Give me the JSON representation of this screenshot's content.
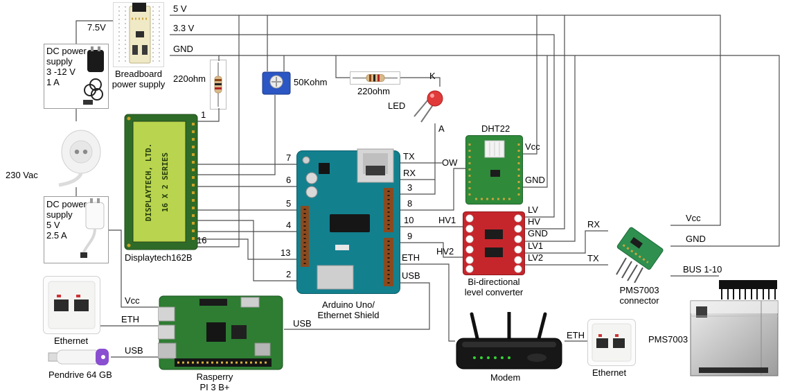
{
  "labels": {
    "rail_5v": "5 V",
    "rail_33v": "3.3 V",
    "rail_gnd": "GND",
    "v75": "7.5V",
    "dc_ps1": "DC power\nsupply\n3 -12 V\n1 A",
    "breadboard_ps": "Breadboard\npower supply",
    "vac": "230 Vac",
    "dc_ps2": "DC power\nsupply\n5 V\n2.5 A",
    "eth1": "Ethernet",
    "pendrive": "Pendrive 64 GB",
    "lcd": "Displaytech162B",
    "lcd_line1": "DISPLAYTECH, LTD.",
    "lcd_line2": "16 X 2 SERIES",
    "r1": "220ohm",
    "pot": "50Kohm",
    "r2": "220ohm",
    "led": "LED",
    "led_k": "K",
    "led_a": "A",
    "dht": "DHT22",
    "dht_vcc": "Vcc",
    "dht_gnd": "GND",
    "dht_ow": "OW",
    "arduino": "Arduino Uno/\nEthernet Shield",
    "pin_1": "1",
    "pin_16": "16",
    "pin_7": "7",
    "pin_6": "6",
    "pin_5": "5",
    "pin_4": "4",
    "pin_13": "13",
    "pin_2": "2",
    "pin_tx": "TX",
    "pin_rx": "RX",
    "pin_3": "3",
    "pin_8": "8",
    "pin_10": "10",
    "pin_9": "9",
    "pin_eth": "ETH",
    "pin_usb": "USB",
    "lc": "Bi-directional\nlevel converter",
    "lc_hv1": "HV1",
    "lc_hv2": "HV2",
    "lc_lv": "LV",
    "lc_hv": "HV",
    "lc_gnd": "GND",
    "lc_lv1": "LV1",
    "lc_lv2": "LV2",
    "pms_rx": "RX",
    "pms_tx": "TX",
    "pms_conn": "PMS7003\nconnector",
    "pms_vcc": "Vcc",
    "pms_gnd": "GND",
    "pms_bus": "BUS 1-10",
    "pms": "PMS7003",
    "rpi": "Rasperry\nPI 3 B+",
    "rpi_vcc": "Vcc",
    "rpi_eth": "ETH",
    "rpi_usb": "USB",
    "rpi_usb_r": "USB",
    "modem": "Modem",
    "modem_eth": "ETH",
    "eth2": "Ethernet"
  },
  "colors": {
    "wire": "#4d4d4d",
    "arduino_board": "#13808e",
    "lcd_pcb": "#2e6b28",
    "lcd_screen": "#b9d44e",
    "level_converter_red": "#c5262c",
    "pcb_green": "#2f8a3a",
    "rpi_green": "#2e7d32",
    "pot_blue": "#2b56c4",
    "pendrive_purple": "#8a4fd0",
    "modem_black": "#171717",
    "metal_gray": "#bfbfbf"
  }
}
